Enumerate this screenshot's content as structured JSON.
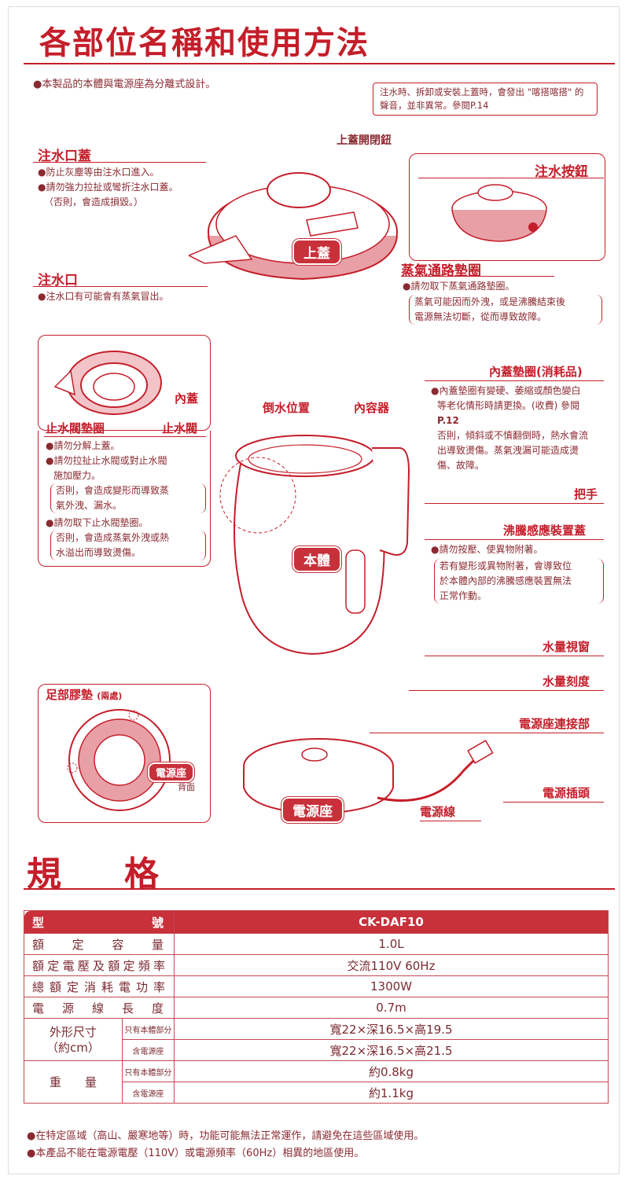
{
  "page": {
    "title": "各部位名稱和使用方法",
    "intro": "●本製品的本體與電源座為分離式設計。",
    "note_top": "注水時、拆卸或安裝上蓋時，會發出 \"喀搭喀搭\" 的聲音，並非異常。參閱P.14"
  },
  "parts": {
    "upper_lid_button": "上蓋開閉鈕",
    "fill_cap": {
      "title": "注水口蓋",
      "line1": "●防止灰塵等由注水口進入。",
      "line2": "●請勿強力拉扯或彎折注水口蓋。",
      "line3": "（否則，會造成損毀。）"
    },
    "fill_port": {
      "title": "注水口",
      "line1": "●注水口有可能會有蒸氣冒出。"
    },
    "fill_button": "注水按鈕",
    "steam_gasket": {
      "title": "蒸氣通路墊圈",
      "line1": "●請勿取下蒸氣通路墊圈。",
      "line2": "蒸氣可能因而外洩，或是沸騰結束後",
      "line3": "電源無法切斷，從而導致故障。"
    },
    "lid_pill": "上蓋",
    "inner_lid": "內蓋",
    "stop_valve": "止水閥",
    "stop_valve_gasket": {
      "title": "止水閥墊圈",
      "line1": "●請勿分解上蓋。",
      "line2": "●請勿拉扯止水閥或對止水閥",
      "line3": "施加壓力。",
      "line4": "否則，會造成變形而導致蒸",
      "line5": "氣外洩、漏水。",
      "line6": "●請勿取下止水閥墊圈。",
      "line7": "否則，會造成蒸氣外洩或熱",
      "line8": "水溢出而導致燙傷。"
    },
    "inner_lid_gasket": {
      "title": "內蓋墊圈(消耗品)",
      "line1": "●內蓋墊圈有變硬、萎縮或顏色變白",
      "line2": "等老化情形時請更換。(收費) 參閱",
      "line3": "P.12",
      "line4": "否則，傾斜或不慎翻倒時，熱水會流",
      "line5": "出導致燙傷。蒸氣洩漏可能造成燙",
      "line6": "傷、故障。"
    },
    "pour_position": "倒水位置",
    "inner_container": "內容器",
    "handle": "把手",
    "boil_sensor_cover": {
      "title": "沸騰感應裝置蓋",
      "line1": "●請勿按壓、使異物附著。",
      "line2": "若有變形或異物附著，會導致位",
      "line3": "於本體內部的沸騰感應裝置無法",
      "line4": "正常作動。"
    },
    "body_pill": "本體",
    "water_window": "水量視窗",
    "water_scale": "水量刻度",
    "feet": {
      "title": "足部膠墊",
      "sub": "(兩處)"
    },
    "base_pill_small": "電源座",
    "back_label": "背面",
    "base_connector": "電源座連接部",
    "plug": "電源插頭",
    "base_pill": "電源座",
    "cord": "電源線"
  },
  "spec": {
    "title": "規　格",
    "header": {
      "label": "型　　　號",
      "value": "CK-DAF10"
    },
    "rows": {
      "capacity": {
        "label": "額定容量",
        "value": "1.0L"
      },
      "voltage": {
        "label": "額定電壓及額定頻率",
        "value": "交流110V 60Hz"
      },
      "power": {
        "label": "總額定消耗電功率",
        "value": "1300W"
      },
      "cord": {
        "label": "電源線長度",
        "value": "0.7m"
      },
      "size_label1": "外形尺寸",
      "size_label2": "（約cm）",
      "size_body_sub": "只有本體部分",
      "size_body": "寬22×深16.5×高19.5",
      "size_base_sub": "含電源座",
      "size_base": "寬22×深16.5×高21.5",
      "weight_label": "重　　量",
      "weight_body_sub": "只有本體部分",
      "weight_body": "約0.8kg",
      "weight_base_sub": "含電源座",
      "weight_base": "約1.1kg"
    }
  },
  "footer": {
    "line1": "●在特定區域（高山、嚴寒地等）時，功能可能無法正常運作，請避免在這些區域使用。",
    "line2": "●本產品不能在電源電壓（110V）或電源頻率（60Hz）相異的地區使用。"
  },
  "colors": {
    "accent": "#c41e2a",
    "text": "#7a2a30"
  }
}
